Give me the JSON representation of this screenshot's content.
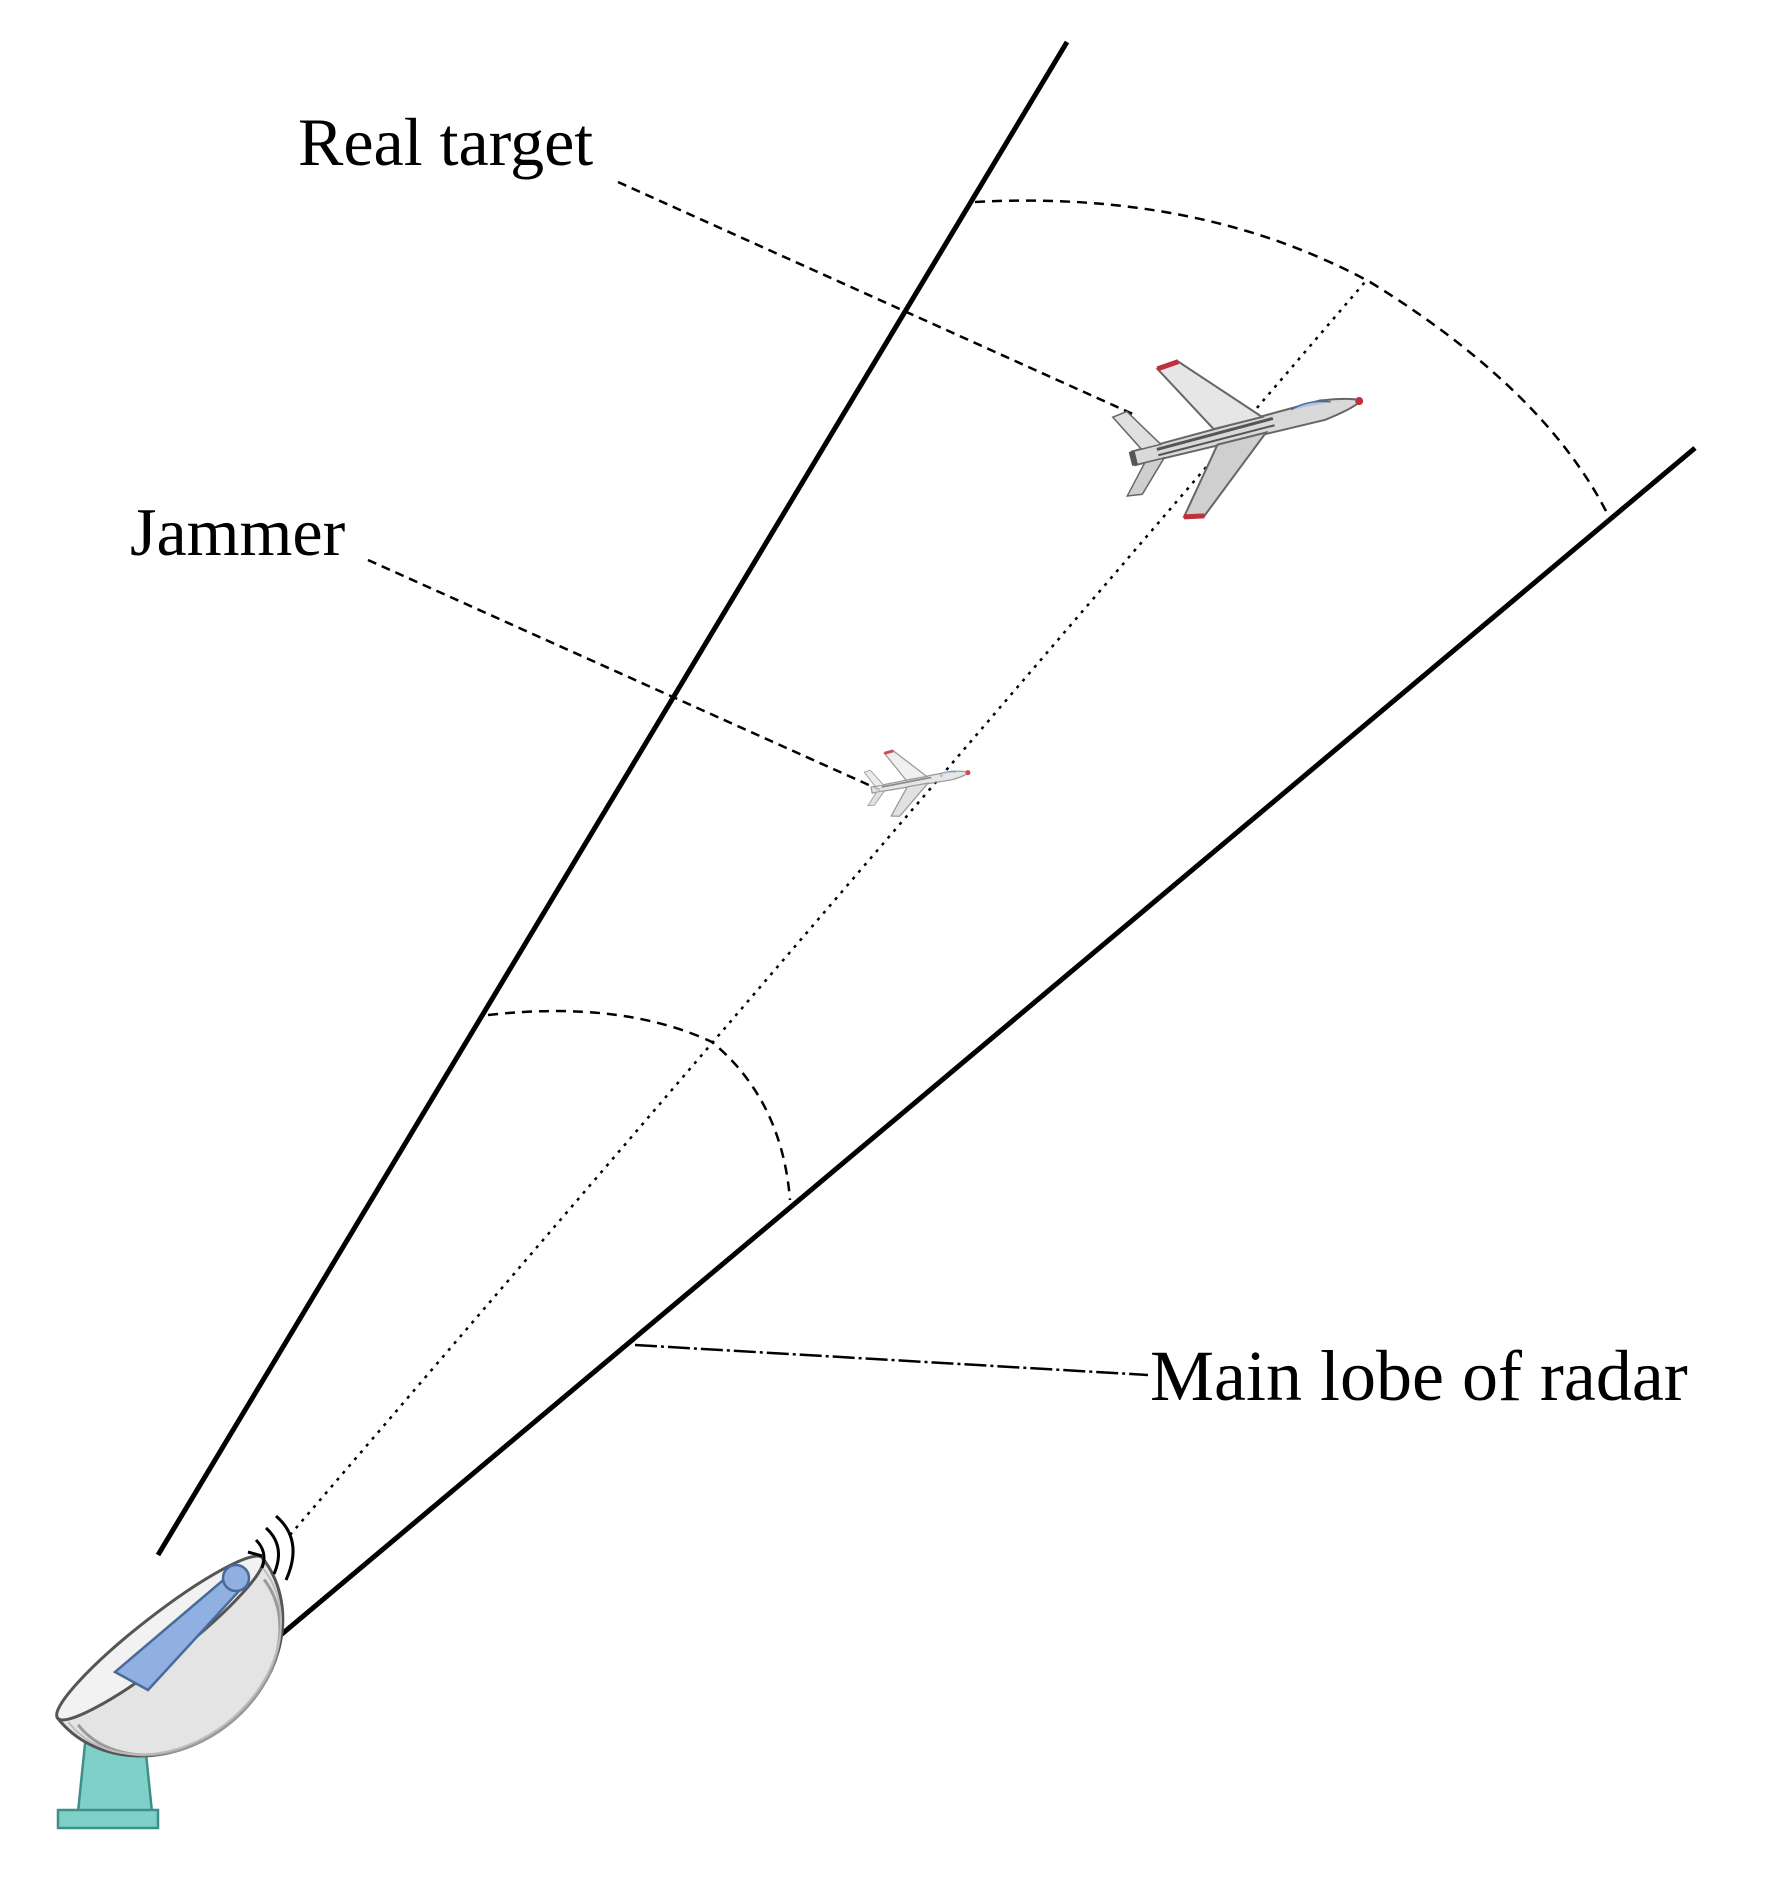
{
  "labels": {
    "real_target": "Real target",
    "jammer": "Jammer",
    "main_lobe": "Main lobe of radar"
  },
  "icons": {
    "radar": "radar-dish-icon",
    "real_target": "fighter-jet-icon",
    "jammer": "small-jet-icon",
    "radio_waves": "radio-waves-icon"
  },
  "colors": {
    "line": "#000000",
    "dish_body": "#ececec",
    "dish_outline": "#555555",
    "feed": "#8fb0e0",
    "pedestal": "#7fd0c8",
    "jet_body": "#d9d9d9",
    "jet_accent": "#c0303a"
  }
}
